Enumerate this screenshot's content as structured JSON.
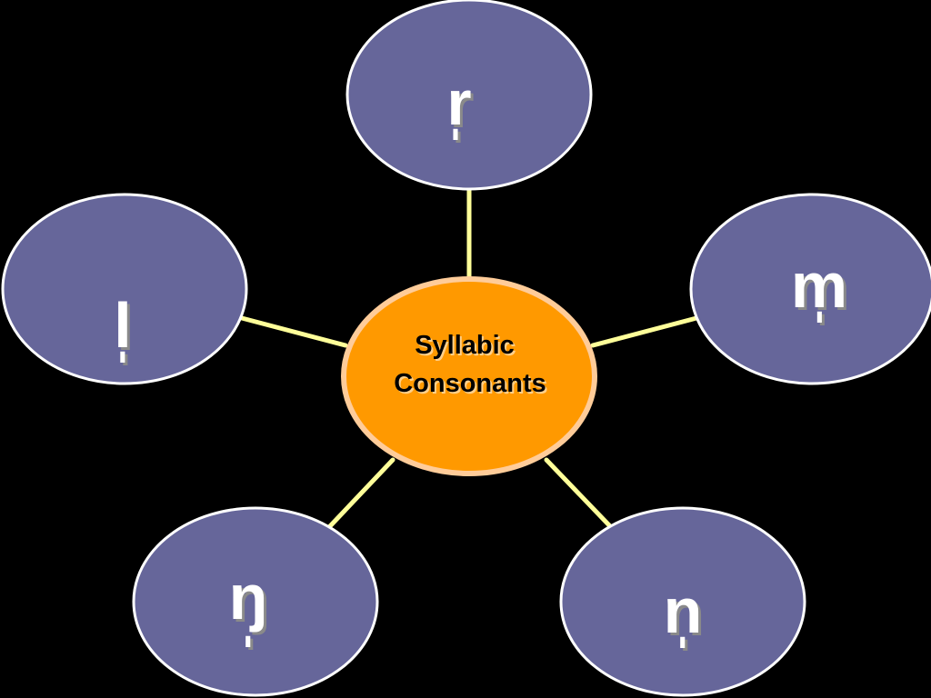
{
  "diagram": {
    "center": {
      "label_line1": "Syllabic",
      "label_line2": "Consonants"
    },
    "nodes": [
      {
        "id": "r",
        "symbol": "r̩"
      },
      {
        "id": "m",
        "symbol": "m̩"
      },
      {
        "id": "n",
        "symbol": "n̩"
      },
      {
        "id": "ng",
        "symbol": "ŋ̩"
      },
      {
        "id": "l",
        "symbol": "l̩"
      }
    ],
    "colors": {
      "background": "#000000",
      "node_fill": "#66669a",
      "node_stroke": "#ffffff",
      "center_fill": "#ff9900",
      "center_stroke": "#ffcc99",
      "connector": "#ffff99",
      "node_text": "#ffffff",
      "node_text_shadow": "#8a8a8a",
      "center_text": "#000000"
    }
  }
}
